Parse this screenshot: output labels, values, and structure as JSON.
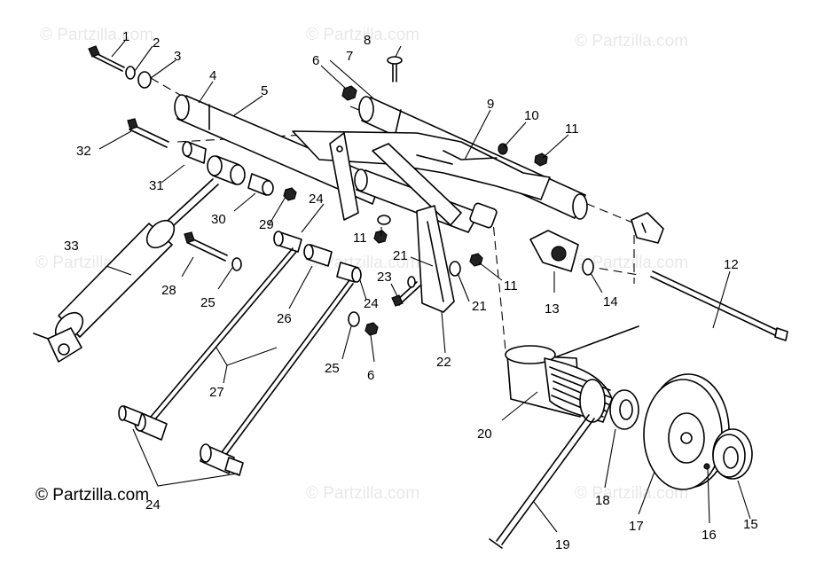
{
  "watermark": "© Partzilla.com",
  "copyright": "© Partzilla.com",
  "callouts": [
    {
      "id": "c1",
      "text": "1"
    },
    {
      "id": "c2",
      "text": "2"
    },
    {
      "id": "c3",
      "text": "3"
    },
    {
      "id": "c4",
      "text": "4"
    },
    {
      "id": "c5",
      "text": "5"
    },
    {
      "id": "c6a",
      "text": "6"
    },
    {
      "id": "c7",
      "text": "7"
    },
    {
      "id": "c8",
      "text": "8"
    },
    {
      "id": "c9",
      "text": "9"
    },
    {
      "id": "c10",
      "text": "10"
    },
    {
      "id": "c11a",
      "text": "11"
    },
    {
      "id": "c12",
      "text": "12"
    },
    {
      "id": "c13",
      "text": "13"
    },
    {
      "id": "c14",
      "text": "14"
    },
    {
      "id": "c11b",
      "text": "11"
    },
    {
      "id": "c21a",
      "text": "21"
    },
    {
      "id": "c21b",
      "text": "21"
    },
    {
      "id": "c11c",
      "text": "11"
    },
    {
      "id": "c24a",
      "text": "24"
    },
    {
      "id": "c24b",
      "text": "24"
    },
    {
      "id": "c23",
      "text": "23"
    },
    {
      "id": "c22",
      "text": "22"
    },
    {
      "id": "c29",
      "text": "29"
    },
    {
      "id": "c30",
      "text": "30"
    },
    {
      "id": "c31",
      "text": "31"
    },
    {
      "id": "c32",
      "text": "32"
    },
    {
      "id": "c33",
      "text": "33"
    },
    {
      "id": "c28",
      "text": "28"
    },
    {
      "id": "c25a",
      "text": "25"
    },
    {
      "id": "c26",
      "text": "26"
    },
    {
      "id": "c25b",
      "text": "25"
    },
    {
      "id": "c6b",
      "text": "6"
    },
    {
      "id": "c27",
      "text": "27"
    },
    {
      "id": "c20",
      "text": "20"
    },
    {
      "id": "c18",
      "text": "18"
    },
    {
      "id": "c17",
      "text": "17"
    },
    {
      "id": "c16",
      "text": "16"
    },
    {
      "id": "c15",
      "text": "15"
    },
    {
      "id": "c19",
      "text": "19"
    },
    {
      "id": "c24c",
      "text": "24"
    }
  ]
}
